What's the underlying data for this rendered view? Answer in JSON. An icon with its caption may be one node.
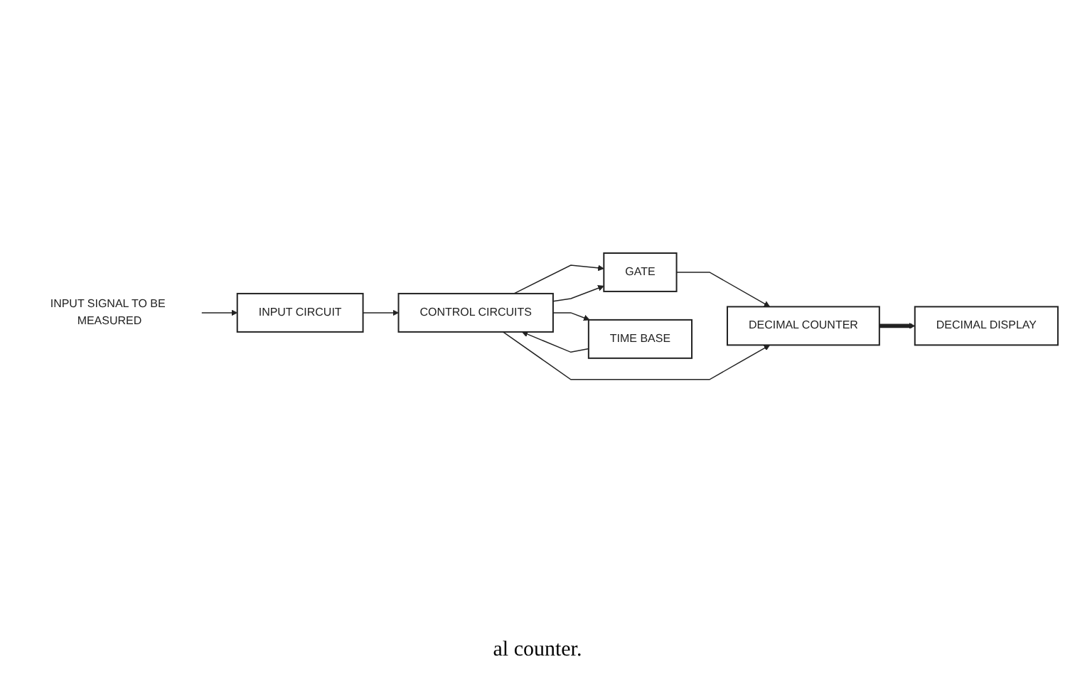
{
  "diagram": {
    "caption": "al counter.",
    "nodes": [
      {
        "text": [
          "INPUT SIGNAL TO BE MEASURED"
        ]
      },
      {
        "text": [
          "INPUT CIRCUIT"
        ]
      },
      {
        "text": [
          "GATE"
        ]
      },
      {
        "text": [
          "DECIMAL COUNTER"
        ]
      },
      {
        "text": [
          "DECIMAL DISPLAY"
        ]
      },
      {
        "text": [
          "CONTROL CIRCUITS"
        ]
      },
      {
        "text": [
          "TIME BASE"
        ]
      }
    ],
    "edges": [
      {
        "from": 0,
        "to": 1,
        "arrow": "to"
      },
      {
        "from": 1,
        "to": 5,
        "arrow": "to"
      },
      {
        "from": 5,
        "to": 2,
        "arrow": "to"
      },
      {
        "from": 5,
        "to": 2,
        "arrow": "to"
      },
      {
        "from": 2,
        "to": 3,
        "arrow": "to"
      },
      {
        "from": 3,
        "to": 4,
        "arrow": "to",
        "style": "thick"
      },
      {
        "from": 5,
        "to": 3,
        "arrow": "to"
      },
      {
        "from": 6,
        "to": 5,
        "arrow": "to"
      },
      {
        "from": 5,
        "to": 6,
        "arrow": "to"
      }
    ]
  }
}
